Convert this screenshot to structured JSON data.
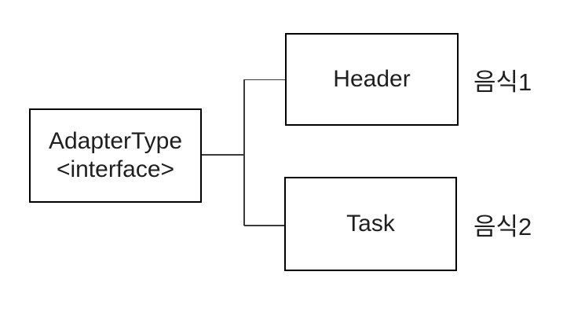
{
  "diagram": {
    "adapter_box": {
      "title": "AdapterType",
      "stereotype": "<interface>"
    },
    "header_box": {
      "label": "Header"
    },
    "task_box": {
      "label": "Task"
    },
    "annotations": {
      "header": "음식1",
      "task": "음식2"
    },
    "colors": {
      "box_border": "#000000",
      "connector": "#3a3a3a",
      "text": "#1f1f1f",
      "background": "#ffffff"
    }
  }
}
